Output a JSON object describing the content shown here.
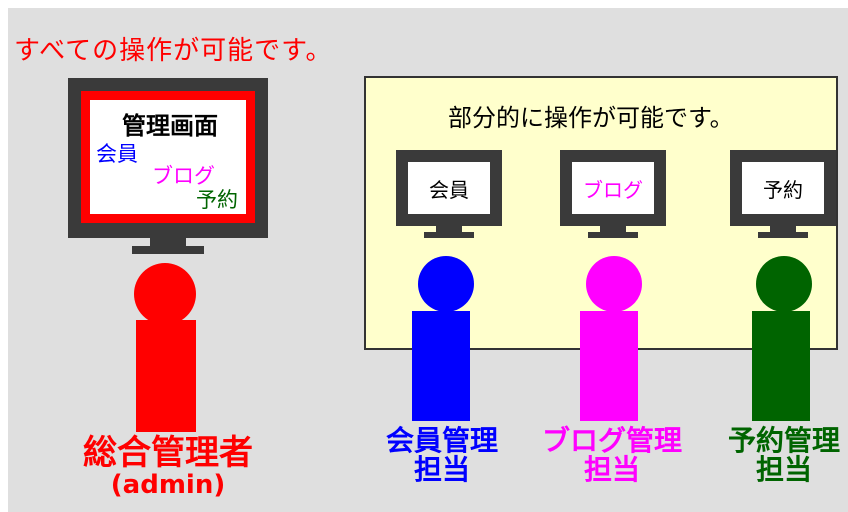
{
  "top_caption": "すべての操作が可能です。",
  "admin": {
    "screen_title": "管理画面",
    "screen_items": [
      "会員",
      "ブログ",
      "予約"
    ],
    "role_label": "総合管理者",
    "role_sub": "(admin)"
  },
  "partial": {
    "caption": "部分的に操作が可能です。",
    "roles": [
      {
        "screen": "会員",
        "label_line1": "会員管理",
        "label_line2": "担当"
      },
      {
        "screen": "ブログ",
        "label_line1": "ブログ管理",
        "label_line2": "担当"
      },
      {
        "screen": "予約",
        "label_line1": "予約管理",
        "label_line2": "担当"
      }
    ]
  },
  "colors": {
    "admin": "#ff0000",
    "member": "#0000ff",
    "blog": "#ff00ff",
    "reserve": "#006400",
    "panel": "#ffffcc",
    "monitor": "#3a3a3a"
  }
}
